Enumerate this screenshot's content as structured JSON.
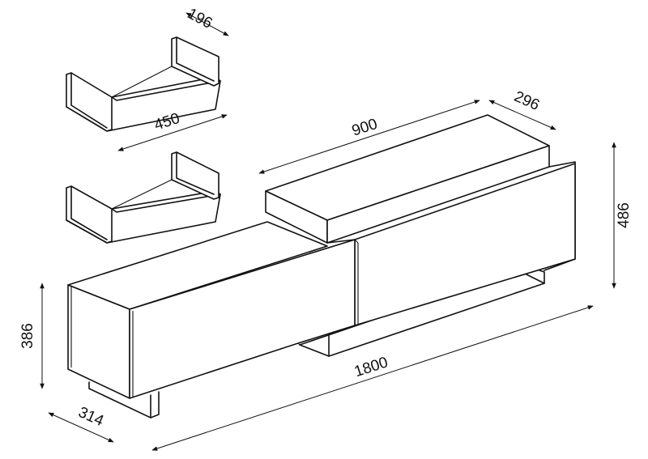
{
  "dimensions": {
    "shelf_depth": "196",
    "shelf_width": "450",
    "upper_unit_width": "900",
    "upper_unit_depth": "296",
    "upper_unit_height": "486",
    "cabinet_height": "386",
    "cabinet_depth": "314",
    "total_width": "1800"
  },
  "colors": {
    "line": "#111111",
    "background": "#ffffff"
  }
}
